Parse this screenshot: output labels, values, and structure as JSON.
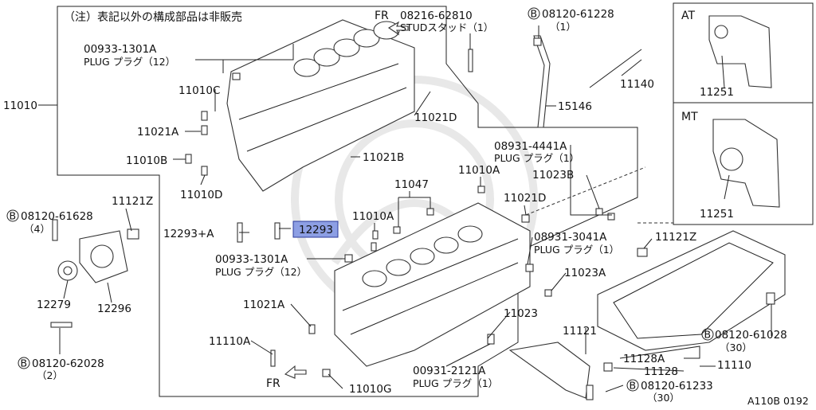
{
  "notice": "（注）表記以外の構成部品は非販売",
  "fr_top": "FR",
  "fr_bottom": "FR",
  "side_panel": {
    "at_label": "AT",
    "mt_label": "MT",
    "at_part": "11251",
    "mt_part": "11251"
  },
  "parts": {
    "p00933_top": "00933-1301A",
    "p00933_top_plug": "PLUG プラグ（12）",
    "p11010C": "11010C",
    "p11021A_top": "11021A",
    "p11010B": "11010B",
    "p11010D": "11010D",
    "p11010": "11010",
    "p08216": "08216-62810",
    "p08216_stud": "STUDスタッド（1）",
    "p08120_61228": "08120-61228",
    "p08120_61228_qty": "（1）",
    "p11140": "11140",
    "p15146": "15146",
    "p11021D_top": "11021D",
    "p11021B": "11021B",
    "p08931_4441": "08931-4441A",
    "p08931_4441_plug": "PLUG プラグ（1）",
    "p11010A_upper": "11010A",
    "p11023B": "11023B",
    "p11047": "11047",
    "p11021D_mid": "11021D",
    "p11010A_mid": "11010A",
    "p11121Z_left": "11121Z",
    "p08120_61628": "08120-61628",
    "p08120_61628_qty": "（4）",
    "p12293A": "12293+A",
    "p12293": "12293",
    "p08931_3041": "08931-3041A",
    "p08931_3041_plug": "PLUG プラグ（1）",
    "p11121Z_right": "11121Z",
    "p00933_mid": "00933-1301A",
    "p00933_mid_plug": "PLUG プラグ（12）",
    "p11023A": "11023A",
    "p12279": "12279",
    "p12296": "12296",
    "p11021A_low": "11021A",
    "p11023": "11023",
    "p11121": "11121",
    "p08120_61028": "08120-61028",
    "p08120_61028_qty": "（30）",
    "p11110A": "11110A",
    "p08120_62028": "08120-62028",
    "p08120_62028_qty": "（2）",
    "p00931_2121": "00931-2121A",
    "p00931_2121_plug": "PLUG プラグ（1）",
    "p11128A": "11128A",
    "p11110": "11110",
    "p11128": "11128",
    "p11010G": "11010G",
    "p08120_61233": "08120-61233",
    "p08120_61233_qty": "（30）",
    "bolt_symbol": "B"
  },
  "footer_code": "A110B 0192",
  "colors": {
    "highlight": "#8d9fe4",
    "line": "#222222"
  }
}
